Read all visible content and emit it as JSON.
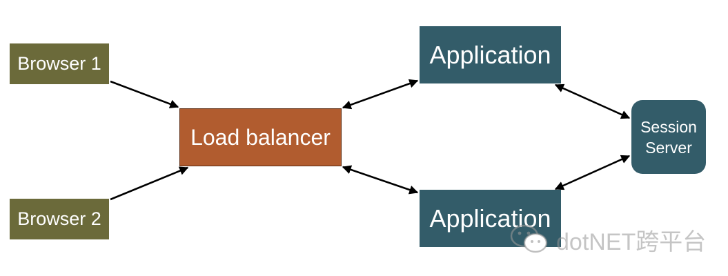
{
  "nodes": {
    "browser1": "Browser 1",
    "browser2": "Browser 2",
    "load_balancer": "Load balancer",
    "app1": "Application",
    "app2": "Application",
    "session_line1": "Session",
    "session_line2": "Server"
  },
  "watermark": {
    "text": "dotNET跨平台",
    "icon": "wechat-icon"
  },
  "colors": {
    "browser": "#6b6a3a",
    "load_balancer": "#b15c2f",
    "application": "#335c69",
    "session_server": "#335c69",
    "arrow": "#000000"
  }
}
